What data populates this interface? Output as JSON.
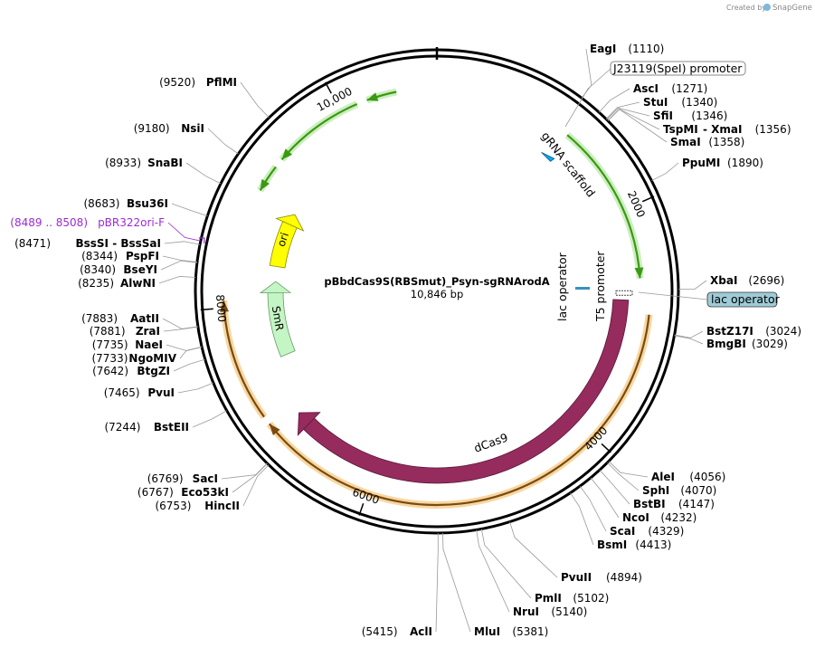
{
  "watermark": {
    "prefix": "Created by",
    "brand": "SnapGene"
  },
  "plasmid": {
    "name": "pBbdCas9S(RBSmut)_Psyn-sgRNArodA",
    "length_label": "10,846 bp",
    "length": 10846
  },
  "scale_ticks": [
    {
      "bp": 2000,
      "label": "2000"
    },
    {
      "bp": 4000,
      "label": "4000"
    },
    {
      "bp": 6000,
      "label": "6000"
    },
    {
      "bp": 8000,
      "label": "8000"
    },
    {
      "bp": 10000,
      "label": "10,000"
    }
  ],
  "features": [
    {
      "name": "gRNA scaffold",
      "start": 1175,
      "end": 1250,
      "kind": "arrow",
      "color": "#00aaee",
      "strand": "forward"
    },
    {
      "name": "J23119(SpeI) promoter",
      "start": 1120,
      "end": 1155,
      "kind": "boxed-label"
    },
    {
      "name": "T5 promoter",
      "start": 2700,
      "end": 2760,
      "kind": "small"
    },
    {
      "name": "lac operator",
      "start": 2740,
      "end": 2765,
      "kind": "boxed-label",
      "color": "#9ecbd6"
    },
    {
      "name": "lac operator",
      "start": 8140,
      "end": 8170,
      "kind": "small-inner",
      "color": "#3a90c0"
    },
    {
      "name": "dCas9",
      "start": 2790,
      "end": 6890,
      "kind": "arc",
      "color": "#962b5e",
      "strand": "reverse"
    },
    {
      "name": "SmR",
      "start": 7450,
      "end": 8240,
      "kind": "arrow-inner",
      "color": "#c4f5c4",
      "strand": "reverse"
    },
    {
      "name": "ori",
      "start": 8400,
      "end": 8990,
      "kind": "arrow-inner",
      "color": "#ffff00",
      "strand": "forward"
    },
    {
      "name": "pBR322ori-F",
      "start": 8489,
      "end": 8508,
      "kind": "primer",
      "color": "#9b2bd6"
    }
  ],
  "orfs": [
    {
      "start": 1200,
      "end": 2600,
      "color": "#3a9a12"
    },
    {
      "start": 10500,
      "end": 10240,
      "color": "#3a9a12"
    },
    {
      "start": 10150,
      "end": 9350,
      "color": "#3a9a12"
    },
    {
      "start": 9270,
      "end": 9030,
      "color": "#3a9a12"
    },
    {
      "start": 2900,
      "end": 6980,
      "color": "#e8901a"
    },
    {
      "start": 7050,
      "end": 8060,
      "color": "#e8901a"
    }
  ],
  "sites_right": [
    {
      "enzyme": "EagI",
      "pos": "(1110)",
      "bp": 1110
    },
    {
      "enzyme": "AscI",
      "pos": "(1271)",
      "bp": 1271
    },
    {
      "enzyme": "StuI",
      "pos": "(1340)",
      "bp": 1340
    },
    {
      "enzyme": "SfiI",
      "pos": "(1346)",
      "bp": 1346
    },
    {
      "enzyme": "TspMI",
      "enzyme2": "XmaI",
      "pos": "(1356)",
      "bp": 1356
    },
    {
      "enzyme": "SmaI",
      "pos": "(1358)",
      "bp": 1358
    },
    {
      "enzyme": "PpuMI",
      "pos": "(1890)",
      "bp": 1890
    },
    {
      "enzyme": "XbaI",
      "pos": "(2696)",
      "bp": 2696
    },
    {
      "enzyme": "BstZ17I",
      "pos": "(3024)",
      "bp": 3024
    },
    {
      "enzyme": "BmgBI",
      "pos": "(3029)",
      "bp": 3029
    },
    {
      "enzyme": "AleI",
      "pos": "(4056)",
      "bp": 4056
    },
    {
      "enzyme": "SphI",
      "pos": "(4070)",
      "bp": 4070
    },
    {
      "enzyme": "BstBI",
      "pos": "(4147)",
      "bp": 4147
    },
    {
      "enzyme": "NcoI",
      "pos": "(4232)",
      "bp": 4232
    },
    {
      "enzyme": "ScaI",
      "pos": "(4329)",
      "bp": 4329
    },
    {
      "enzyme": "BsmI",
      "pos": "(4413)",
      "bp": 4413
    },
    {
      "enzyme": "PvuII",
      "pos": "(4894)",
      "bp": 4894
    },
    {
      "enzyme": "PmlI",
      "pos": "(5102)",
      "bp": 5102
    },
    {
      "enzyme": "NruI",
      "pos": "(5140)",
      "bp": 5140
    },
    {
      "enzyme": "MluI",
      "pos": "(5381)",
      "bp": 5381
    }
  ],
  "sites_left": [
    {
      "enzyme": "AclI",
      "pos": "(5415)",
      "bp": 5415
    },
    {
      "enzyme": "HincII",
      "pos": "(6753)",
      "bp": 6753
    },
    {
      "enzyme": "Eco53kI",
      "pos": "(6767)",
      "bp": 6767
    },
    {
      "enzyme": "SacI",
      "pos": "(6769)",
      "bp": 6769
    },
    {
      "enzyme": "BstEII",
      "pos": "(7244)",
      "bp": 7244
    },
    {
      "enzyme": "PvuI",
      "pos": "(7465)",
      "bp": 7465
    },
    {
      "enzyme": "BtgZI",
      "pos": "(7642)",
      "bp": 7642
    },
    {
      "enzyme": "NgoMIV",
      "pos": "(7733)",
      "bp": 7733
    },
    {
      "enzyme": "NaeI",
      "pos": "(7735)",
      "bp": 7735
    },
    {
      "enzyme": "ZraI",
      "pos": "(7881)",
      "bp": 7881
    },
    {
      "enzyme": "AatII",
      "pos": "(7883)",
      "bp": 7883
    },
    {
      "enzyme": "AlwNI",
      "pos": "(8235)",
      "bp": 8235
    },
    {
      "enzyme": "BseYI",
      "pos": "(8340)",
      "bp": 8340
    },
    {
      "enzyme": "PspFI",
      "pos": "(8344)",
      "bp": 8344
    },
    {
      "enzyme": "BssSI",
      "enzyme2": "BssSaI",
      "pos": "(8471)",
      "bp": 8471
    },
    {
      "enzyme": "pBR322ori-F",
      "pos": "(8489 .. 8508)",
      "bp": 8498,
      "primer": true
    },
    {
      "enzyme": "Bsu36I",
      "pos": "(8683)",
      "bp": 8683
    },
    {
      "enzyme": "SnaBI",
      "pos": "(8933)",
      "bp": 8933
    },
    {
      "enzyme": "NsiI",
      "pos": "(9180)",
      "bp": 9180
    },
    {
      "enzyme": "PflMI",
      "pos": "(9520)",
      "bp": 9520
    }
  ]
}
